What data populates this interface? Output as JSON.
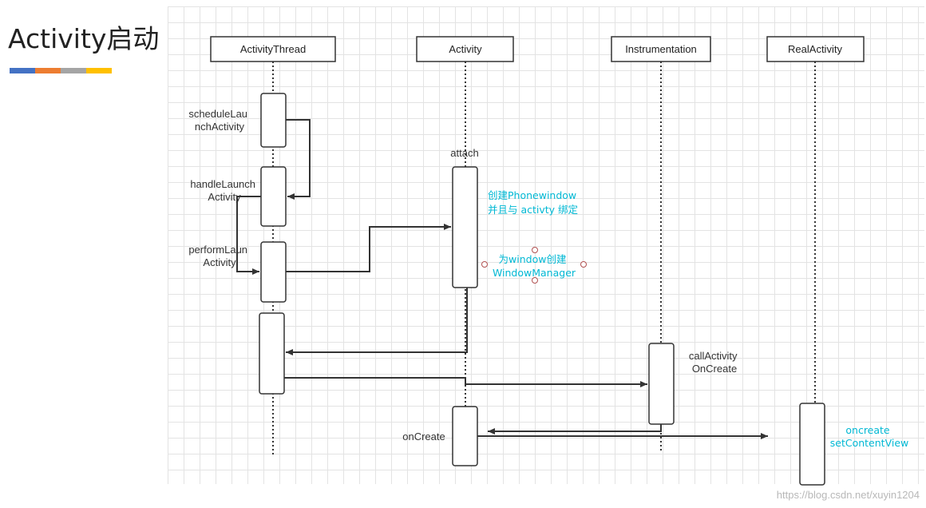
{
  "slide": {
    "title": "Activity启动",
    "accent_colors": [
      "#4472c4",
      "#ed7d31",
      "#a5a5a5",
      "#ffc000"
    ]
  },
  "lifelines": {
    "activity_thread": "ActivityThread",
    "activity": "Activity",
    "instrumentation": "Instrumentation",
    "real_activity": "RealActivity"
  },
  "messages": {
    "schedule_launch": [
      "scheduleLau",
      "nchActivity"
    ],
    "handle_launch": [
      "handleLaunch",
      "Activity"
    ],
    "perform_launch": [
      "performLaun",
      "Activity"
    ],
    "attach": "attach",
    "call_activity_oncreate": [
      "callActivity",
      "OnCreate"
    ],
    "oncreate": "onCreate"
  },
  "notes": {
    "phonewindow": [
      "创建Phonewindow",
      "并且与 activty 绑定"
    ],
    "window_manager": [
      "为window创建",
      "WindowManager"
    ],
    "set_content_view": [
      "oncreate",
      "setContentView"
    ]
  },
  "colors": {
    "note_text": "#00b8d4",
    "line": "#333333"
  },
  "watermark": "https://blog.csdn.net/xuyin1204"
}
